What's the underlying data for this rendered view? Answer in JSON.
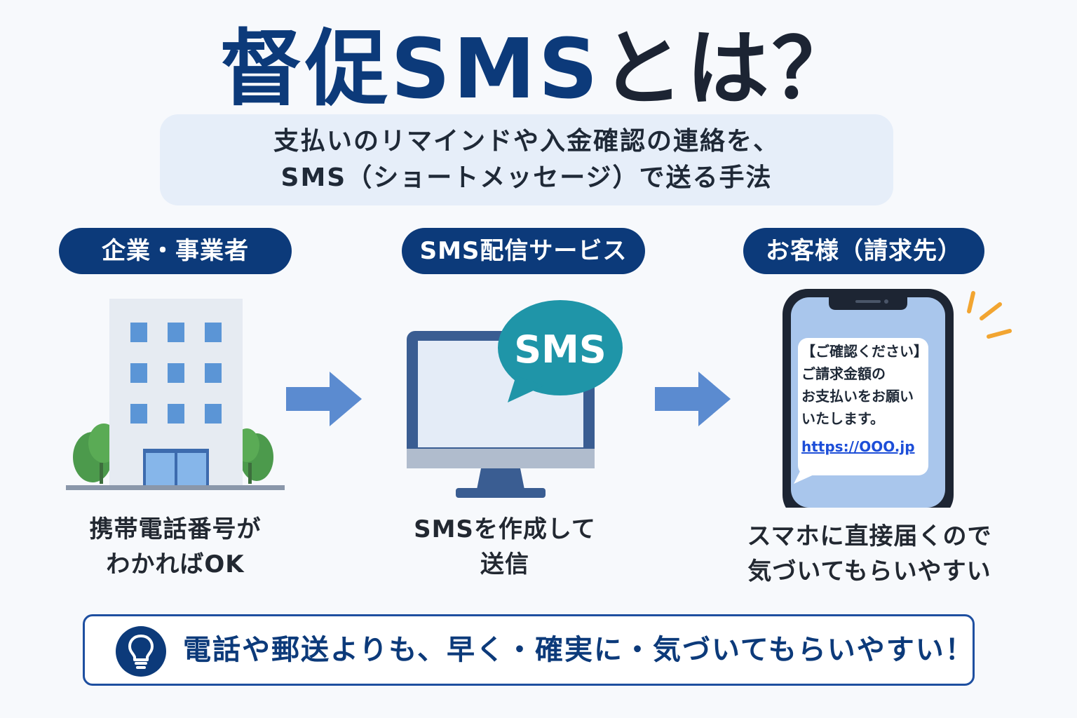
{
  "title": {
    "part1": "督促SMS",
    "part2": "とは？"
  },
  "subtitle": {
    "line1": "支払いのリマインドや入金確認の連絡を、",
    "line2": "SMS（ショートメッセージ）で送る手法"
  },
  "steps": [
    {
      "label": "企業・事業者",
      "caption_line1": "携帯電話番号が",
      "caption_line2": "わかればOK"
    },
    {
      "label": "SMS配信サービス",
      "caption_line1": "SMSを作成して",
      "caption_line2": "送信"
    },
    {
      "label": "お客様（請求先）",
      "caption_line1": "スマホに直接届くので",
      "caption_line2": "気づいてもらいやすい"
    }
  ],
  "sms_bubble": "SMS",
  "phone_message": {
    "line1": "【ご確認ください】",
    "line2": "ご請求金額の",
    "line3": "お支払いをお願い",
    "line4": "いたします。",
    "link": "https://OOO.jp"
  },
  "bottom_message": "電話や郵送よりも、早く・確実に・気づいてもらいやすい！",
  "icons": [
    "building-icon",
    "arrow-right-icon",
    "monitor-icon",
    "speech-bubble-icon",
    "smartphone-icon",
    "notification-lines-icon",
    "lightbulb-icon"
  ],
  "colors": {
    "navy": "#0c3a7a",
    "arrow": "#5b8bd0",
    "teal": "#1f95a8",
    "accent": "#f2a531"
  }
}
